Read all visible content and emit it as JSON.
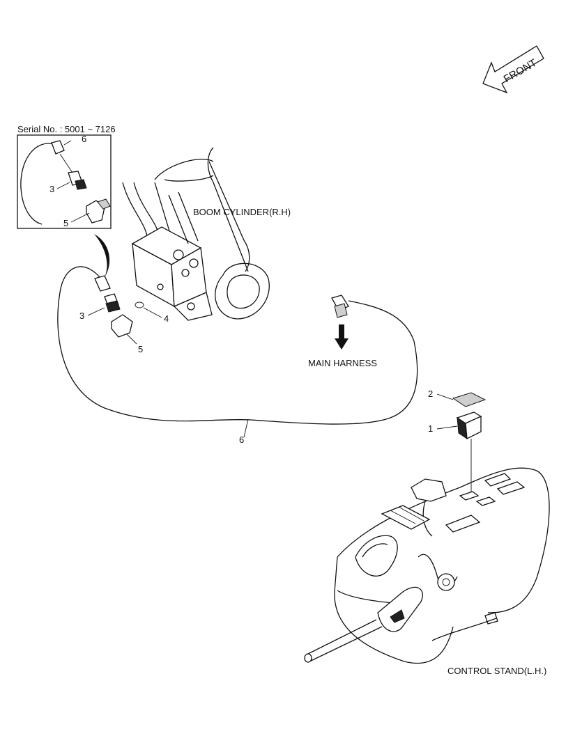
{
  "direction": {
    "label": "FRONT"
  },
  "serial_inset": {
    "label": "Serial No. : 5001 ~ 7126"
  },
  "labels": {
    "boom_cylinder": "BOOM CYLINDER(R.H)",
    "main_harness": "MAIN HARNESS",
    "control_stand": "CONTROL STAND(L.H.)"
  },
  "callouts": {
    "inset_6": "6",
    "inset_3": "3",
    "inset_5": "5",
    "main_3": "3",
    "main_4": "4",
    "main_5": "5",
    "main_6": "6",
    "switch_cover_2": "2",
    "switch_1": "1"
  }
}
